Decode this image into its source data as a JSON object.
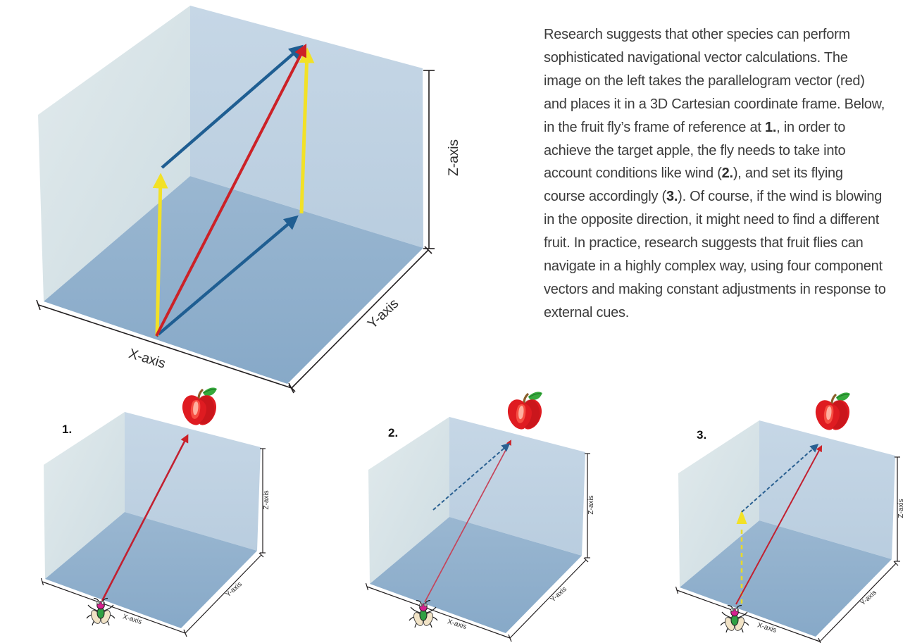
{
  "text_block": {
    "paragraph_html": "Research suggests that other species can perform sophisticated navigational vector calculations. The image on the left takes the parallelogram vector (red) and places it in a 3D Cartesian coordinate frame. Below, in the fruit fly’s frame of reference at <b>1.</b>, in order to achieve the target apple, the fly needs to take into account conditions like wind (<b>2.</b>), and set its flying course accordingly (<b>3.</b>). Of course, if the wind is blowing in the opposite direction, it might need to find a different fruit. In practice, research suggests that fruit flies can navigate in a highly complex way, using four component vectors and making constant adjustments in response to external cues."
  },
  "main_diagram": {
    "axis_labels": {
      "x": "X-axis",
      "y": "Y-axis",
      "z": "Z-axis"
    },
    "vectors": [
      {
        "name": "parallelogram-resultant",
        "color": "#cc2127",
        "style": "solid"
      },
      {
        "name": "ground-component",
        "color": "#1f5e92",
        "style": "solid"
      },
      {
        "name": "parallelogram-side",
        "color": "#1f5e92",
        "style": "solid"
      },
      {
        "name": "vertical-component-left",
        "color": "#f2e126",
        "style": "solid"
      },
      {
        "name": "vertical-component-right",
        "color": "#f2e126",
        "style": "solid"
      }
    ],
    "colors": {
      "left_wall": "#d6e1e5",
      "right_wall": "#bdd0e0",
      "floor": "#8cadca",
      "red": "#cc2127",
      "blue": "#1f5e92",
      "yellow": "#f2e126"
    }
  },
  "panels": [
    {
      "label": "1.",
      "axis_labels": {
        "x": "X-axis",
        "y": "Y-axis",
        "z": "Z-axis"
      },
      "elements": [
        "fly",
        "apple",
        "red-target-vector"
      ]
    },
    {
      "label": "2.",
      "axis_labels": {
        "x": "X-axis",
        "y": "Y-axis",
        "z": "Z-axis"
      },
      "elements": [
        "fly",
        "apple",
        "red-target-vector",
        "blue-dashed-wind-vector"
      ]
    },
    {
      "label": "3.",
      "axis_labels": {
        "x": "X-axis",
        "y": "Y-axis",
        "z": "Z-axis"
      },
      "elements": [
        "fly",
        "apple",
        "red-course-vector",
        "yellow-dashed-lift-vector",
        "blue-dashed-vector"
      ]
    }
  ]
}
